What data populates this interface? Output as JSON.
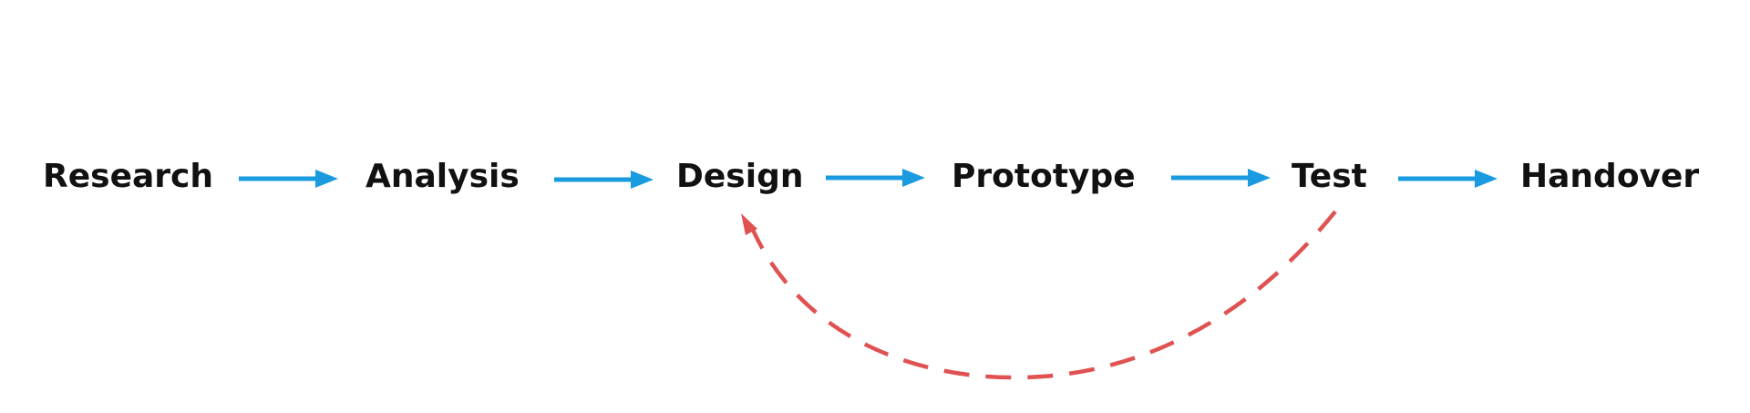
{
  "steps": [
    {
      "id": "research",
      "label": "Research"
    },
    {
      "id": "analysis",
      "label": "Analysis"
    },
    {
      "id": "design",
      "label": "Design"
    },
    {
      "id": "prototype",
      "label": "Prototype"
    },
    {
      "id": "test",
      "label": "Test"
    },
    {
      "id": "handover",
      "label": "Handover"
    }
  ],
  "connections": [
    {
      "from": "research",
      "to": "analysis",
      "style": "solid"
    },
    {
      "from": "analysis",
      "to": "design",
      "style": "solid"
    },
    {
      "from": "design",
      "to": "prototype",
      "style": "solid"
    },
    {
      "from": "prototype",
      "to": "test",
      "style": "solid"
    },
    {
      "from": "test",
      "to": "handover",
      "style": "solid"
    },
    {
      "from": "test",
      "to": "design",
      "style": "dashed"
    }
  ],
  "colors": {
    "flow_arrow": "#1a9be0",
    "loop_arrow": "#e05252",
    "text": "#111111",
    "background": "#ffffff"
  }
}
